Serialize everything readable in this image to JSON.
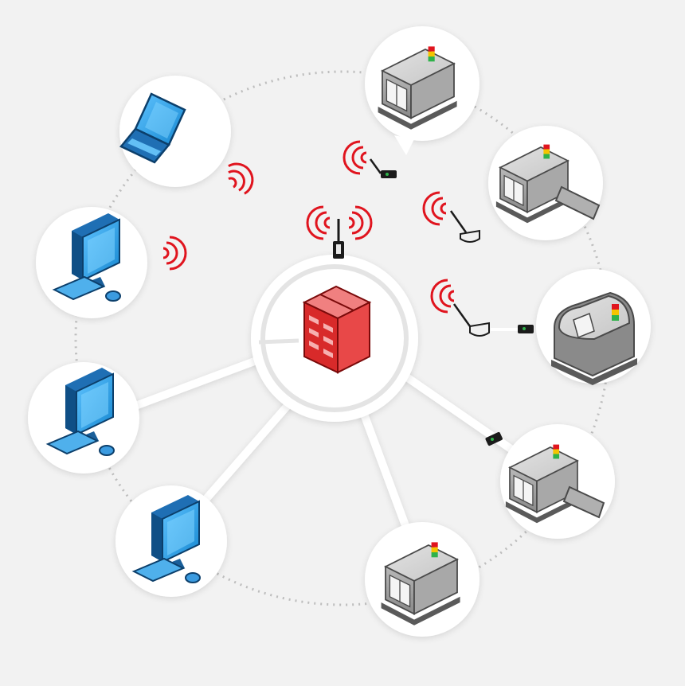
{
  "diagram": {
    "type": "network-topology",
    "center": {
      "name": "server",
      "icon": "server-rack-icon",
      "color": "#d42020"
    },
    "ring": {
      "style": "dotted"
    },
    "nodes": [
      {
        "id": "laptop",
        "icon": "laptop-icon",
        "color": "#1a73c9"
      },
      {
        "id": "pc-1",
        "icon": "desktop-computer-icon",
        "color": "#1a8fd6"
      },
      {
        "id": "pc-2",
        "icon": "desktop-computer-icon",
        "color": "#1a8fd6"
      },
      {
        "id": "pc-3",
        "icon": "desktop-computer-icon",
        "color": "#1a8fd6"
      },
      {
        "id": "machine-1",
        "icon": "industrial-machine-icon",
        "color": "#9a9a9a"
      },
      {
        "id": "machine-2",
        "icon": "industrial-machine-icon",
        "color": "#9a9a9a"
      },
      {
        "id": "machine-3",
        "icon": "industrial-machine-icon",
        "color": "#9a9a9a"
      },
      {
        "id": "machine-4",
        "icon": "industrial-machine-icon",
        "color": "#9a9a9a"
      },
      {
        "id": "machine-5",
        "icon": "industrial-machine-icon",
        "color": "#9a9a9a"
      }
    ],
    "wireless_color": "#e0141e",
    "signal_lamp_colors": [
      "#e0141e",
      "#f5c400",
      "#2fb24a"
    ]
  }
}
